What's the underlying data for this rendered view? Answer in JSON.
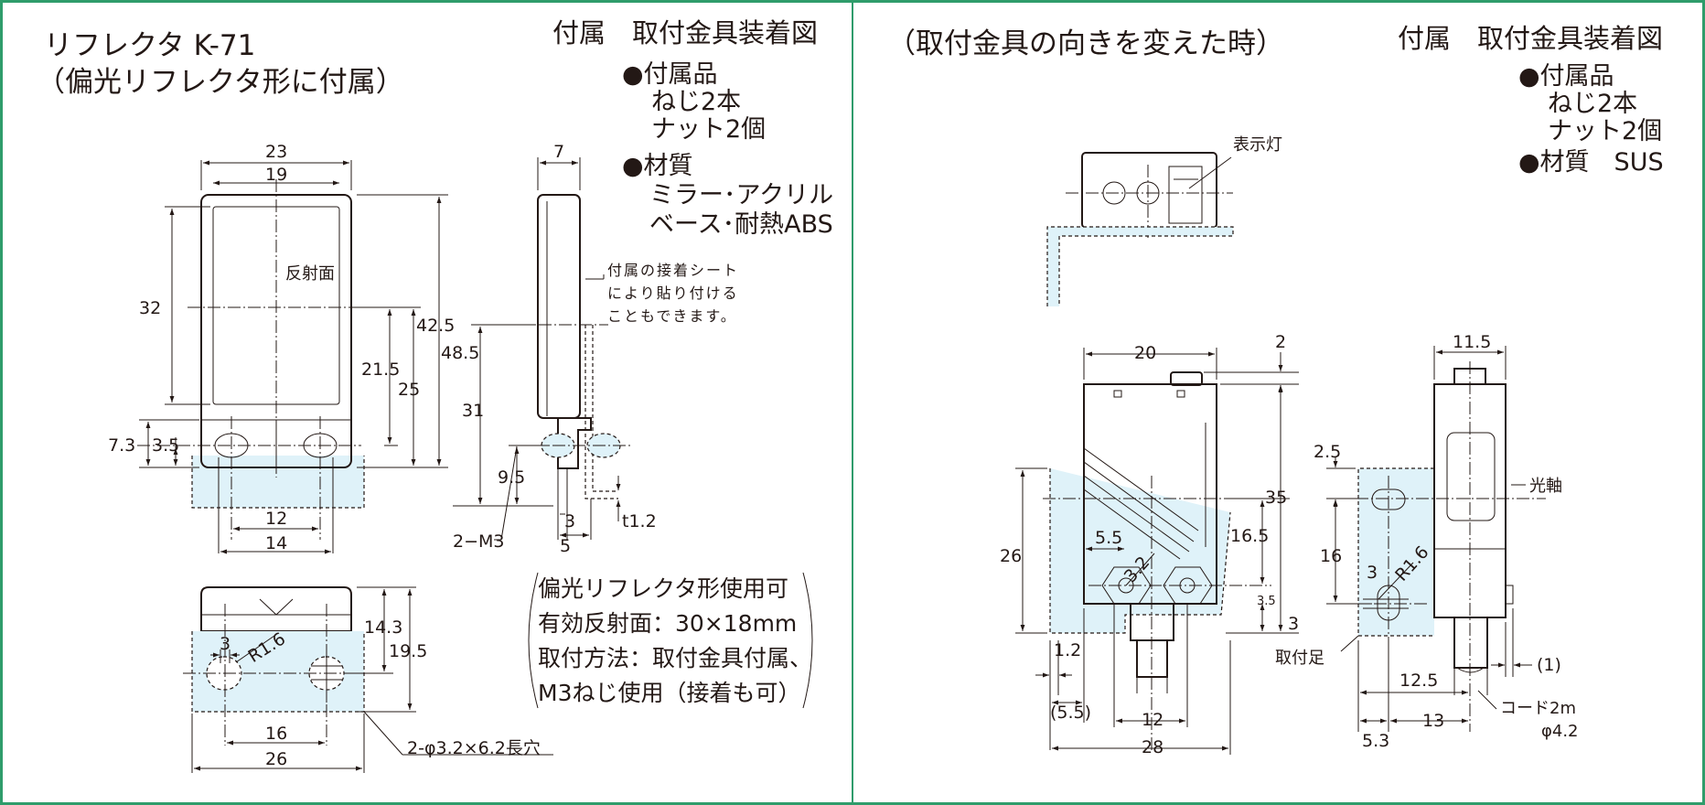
{
  "left_panel": {
    "title": {
      "line1": "リフレクタ K-71",
      "line2": "（偏光リフレクタ形に付属）"
    },
    "heading": "付属　取付金具装着図",
    "accessories": {
      "label": "●付属品",
      "item1": "ねじ2本",
      "item2": "ナット2個",
      "material_label": "●材質",
      "material1": "ミラー･アクリル",
      "material2": "ベース･耐熱ABS"
    },
    "front_view": {
      "surface_label": "反射面",
      "dims": {
        "w_outer": "23",
        "w_inner": "19",
        "h_face": "32",
        "h_total": "42.5",
        "h_hole_top": "21.5",
        "h_hole": "25",
        "h_side": "48.5",
        "hole_from_bottom": "7.3",
        "hole_offset": "3.5",
        "hole_pitch": "12",
        "hole_span": "14"
      }
    },
    "side_view": {
      "dims": {
        "thickness": "7",
        "height": "31",
        "hole_height": "9.5",
        "d3": "3",
        "d5": "5",
        "plate": "t1.2"
      },
      "screw_label": "2−M3",
      "adhesive_note": {
        "line1": "付属の接着シート",
        "line2": "により貼り付ける",
        "line3": "こともできます。"
      }
    },
    "bottom_view": {
      "dims": {
        "d3": "3",
        "radius": "R1.6",
        "h1": "14.3",
        "h2": "19.5",
        "pitch": "16",
        "width": "26"
      },
      "slot_label": "2-φ3.2×6.2長穴"
    },
    "spec_box": {
      "line1": "偏光リフレクタ形使用可",
      "line2": "有効反射面：30×18mm",
      "line3": "取付方法：取付金具付属、",
      "line4": "M3ねじ使用（接着も可）"
    }
  },
  "right_panel": {
    "title": "（取付金具の向きを変えた時）",
    "heading": "付属　取付金具装着図",
    "accessories": {
      "label": "●付属品",
      "item1": "ねじ2本",
      "item2": "ナット2個",
      "material": "●材質　SUS"
    },
    "indicator_label": "表示灯",
    "optical_axis_label": "光軸",
    "foot_label": "取付足",
    "cord_label": "コード2m",
    "cord_dia": "φ4.2",
    "front_dims": {
      "width": "20",
      "top": "2",
      "height": "35",
      "h165": "16.5",
      "h35": "3.5",
      "d3": "3",
      "h26": "26",
      "d55": "5.5",
      "dia32": "3.2",
      "d12": "1.2",
      "d55p": "(5.5)",
      "pitch": "12",
      "total": "28"
    },
    "side_dims": {
      "width": "11.5",
      "d25": "2.5",
      "h16": "16",
      "d3": "3",
      "radius": "R1.6",
      "d125": "12.5",
      "d13": "13",
      "d53": "5.3",
      "d1": "(1)"
    }
  }
}
